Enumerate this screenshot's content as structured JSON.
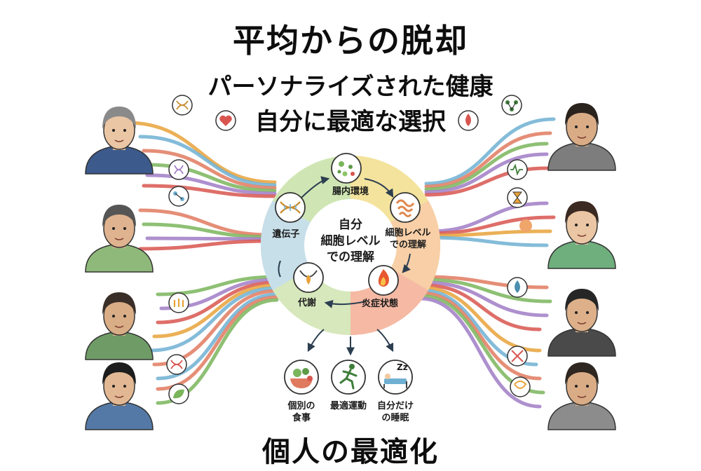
{
  "title": "平均からの脱却",
  "subtitle_line1": "パーソナライズされた健康",
  "subtitle_line2": "自分に最適な選択",
  "footer": "個人の最適化",
  "center": {
    "line1": "自分",
    "line2": "細胞レベル",
    "line3": "での理解"
  },
  "ring_labels": {
    "gut": "腸内環境",
    "cell_line1": "細胞レベル",
    "cell_line2": "での理解",
    "inflammation": "炎症状態",
    "metabolism": "代謝",
    "genes": "遺伝子"
  },
  "outputs": {
    "diet_line1": "個別の",
    "diet_line2": "食事",
    "exercise": "最適運動",
    "sleep_line1": "自分だけ",
    "sleep_line2": "の睡眠",
    "sleep_icon": "Zz"
  },
  "colors": {
    "ring_green": "#cfe4b0",
    "ring_yellow": "#f7e2a0",
    "ring_peach": "#f7c9a8",
    "ring_blue": "#c6dde9",
    "stream": [
      "#e8a23a",
      "#6fb0d2",
      "#e07a5f",
      "#7ab55c",
      "#a07cc5",
      "#d8554f"
    ]
  },
  "icons": [
    "dna-icon",
    "heart-icon",
    "molecule-icon",
    "blood-drop-icon",
    "pulse-icon",
    "hourglass-icon",
    "water-drop-icon",
    "gut-icon",
    "flame-icon",
    "person-icon"
  ]
}
